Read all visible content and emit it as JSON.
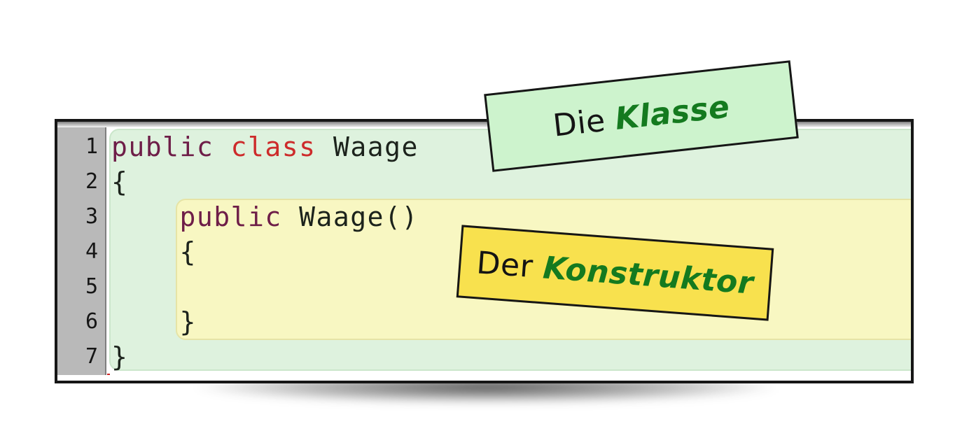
{
  "editor": {
    "lines": [
      {
        "number": "1",
        "tokens": [
          {
            "text": "public",
            "type": "keyword"
          },
          {
            "text": " ",
            "type": "plain"
          },
          {
            "text": "class",
            "type": "keyword2"
          },
          {
            "text": " Waage",
            "type": "plain"
          }
        ]
      },
      {
        "number": "2",
        "tokens": [
          {
            "text": "{",
            "type": "plain"
          }
        ]
      },
      {
        "number": "3",
        "tokens": [
          {
            "text": "    ",
            "type": "plain"
          },
          {
            "text": "public",
            "type": "keyword"
          },
          {
            "text": " Waage()",
            "type": "plain"
          }
        ]
      },
      {
        "number": "4",
        "tokens": [
          {
            "text": "    {",
            "type": "plain"
          }
        ]
      },
      {
        "number": "5",
        "tokens": []
      },
      {
        "number": "6",
        "tokens": [
          {
            "text": "    }",
            "type": "plain"
          }
        ]
      },
      {
        "number": "7",
        "tokens": [
          {
            "text": "}",
            "type": "plain"
          }
        ]
      }
    ]
  },
  "annotations": [
    {
      "prefix": "Die ",
      "emphasis": "Klasse"
    },
    {
      "prefix": "Der ",
      "emphasis": "Konstruktor"
    }
  ],
  "colors": {
    "keyword": "#6e1e48",
    "keyword2": "#cd2b2b",
    "plain": "#1c231c",
    "line_number": "#161616",
    "scope_class_fill": "#def2de",
    "scope_class_edge": "#cbe6cb",
    "scope_method_fill": "#f8f7c2",
    "scope_method_edge": "#e6e4a6",
    "gutter_fill": "#b9b9b9",
    "gutter_edge": "#7e7e7e",
    "window_border": "#161616",
    "label_class_fill": "#cdf3cd",
    "label_method_fill": "#f8e14e",
    "label_border": "#161616",
    "label_text": "#141414",
    "emphasis_green": "#147a1f",
    "caret_mark": "#cc2222"
  }
}
